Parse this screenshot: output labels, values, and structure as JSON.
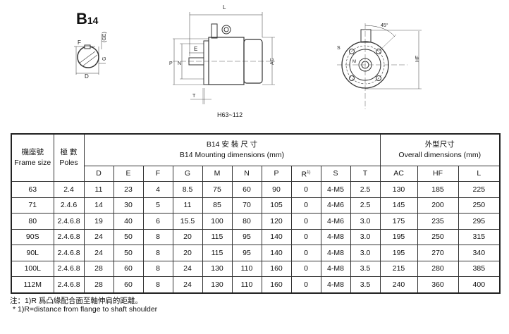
{
  "title": {
    "main": "B",
    "sub": "14"
  },
  "drawings": {
    "shaft_labels": {
      "f": "F",
      "ge": "(GE)",
      "g": "G",
      "d": "D"
    },
    "side_labels": {
      "l": "L",
      "e": "E",
      "p": "P",
      "n": "N",
      "ac": "AC",
      "t": "T"
    },
    "caption": "H63~112",
    "front_labels": {
      "angle": "45°",
      "s": "S",
      "m": "M",
      "hf": "HF"
    }
  },
  "table": {
    "frame_zh": "機座號",
    "frame_en": "Frame size",
    "poles_zh": "極 數",
    "poles_en": "Poles",
    "mount_zh": "B14 安 裝 尺 寸",
    "mount_en": "B14 Mounting dimensions  (mm)",
    "overall_zh": "外型尺寸",
    "overall_en": "Overall dimensions  (mm)",
    "columns": [
      "D",
      "E",
      "F",
      "G",
      "M",
      "N",
      "P",
      "R",
      "S",
      "T",
      "AC",
      "HF",
      "L"
    ],
    "r_sup": "1)",
    "rows": [
      [
        "63",
        "2.4",
        "11",
        "23",
        "4",
        "8.5",
        "75",
        "60",
        "90",
        "0",
        "4-M5",
        "2.5",
        "130",
        "185",
        "225"
      ],
      [
        "71",
        "2.4.6",
        "14",
        "30",
        "5",
        "11",
        "85",
        "70",
        "105",
        "0",
        "4-M6",
        "2.5",
        "145",
        "200",
        "250"
      ],
      [
        "80",
        "2.4.6.8",
        "19",
        "40",
        "6",
        "15.5",
        "100",
        "80",
        "120",
        "0",
        "4-M6",
        "3.0",
        "175",
        "235",
        "295"
      ],
      [
        "90S",
        "2.4.6.8",
        "24",
        "50",
        "8",
        "20",
        "115",
        "95",
        "140",
        "0",
        "4-M8",
        "3.0",
        "195",
        "250",
        "315"
      ],
      [
        "90L",
        "2.4.6.8",
        "24",
        "50",
        "8",
        "20",
        "115",
        "95",
        "140",
        "0",
        "4-M8",
        "3.0",
        "195",
        "270",
        "340"
      ],
      [
        "100L",
        "2.4.6.8",
        "28",
        "60",
        "8",
        "24",
        "130",
        "110",
        "160",
        "0",
        "4-M8",
        "3.5",
        "215",
        "280",
        "385"
      ],
      [
        "112M",
        "2.4.6.8",
        "28",
        "60",
        "8",
        "24",
        "130",
        "110",
        "160",
        "0",
        "4-M8",
        "3.5",
        "240",
        "360",
        "400"
      ]
    ]
  },
  "notes": {
    "zh": "注：1)R 爲凸緣配合面至軸伸肩的距離。",
    "en": "*    1)R=distance from flange to shaft shoulder"
  }
}
